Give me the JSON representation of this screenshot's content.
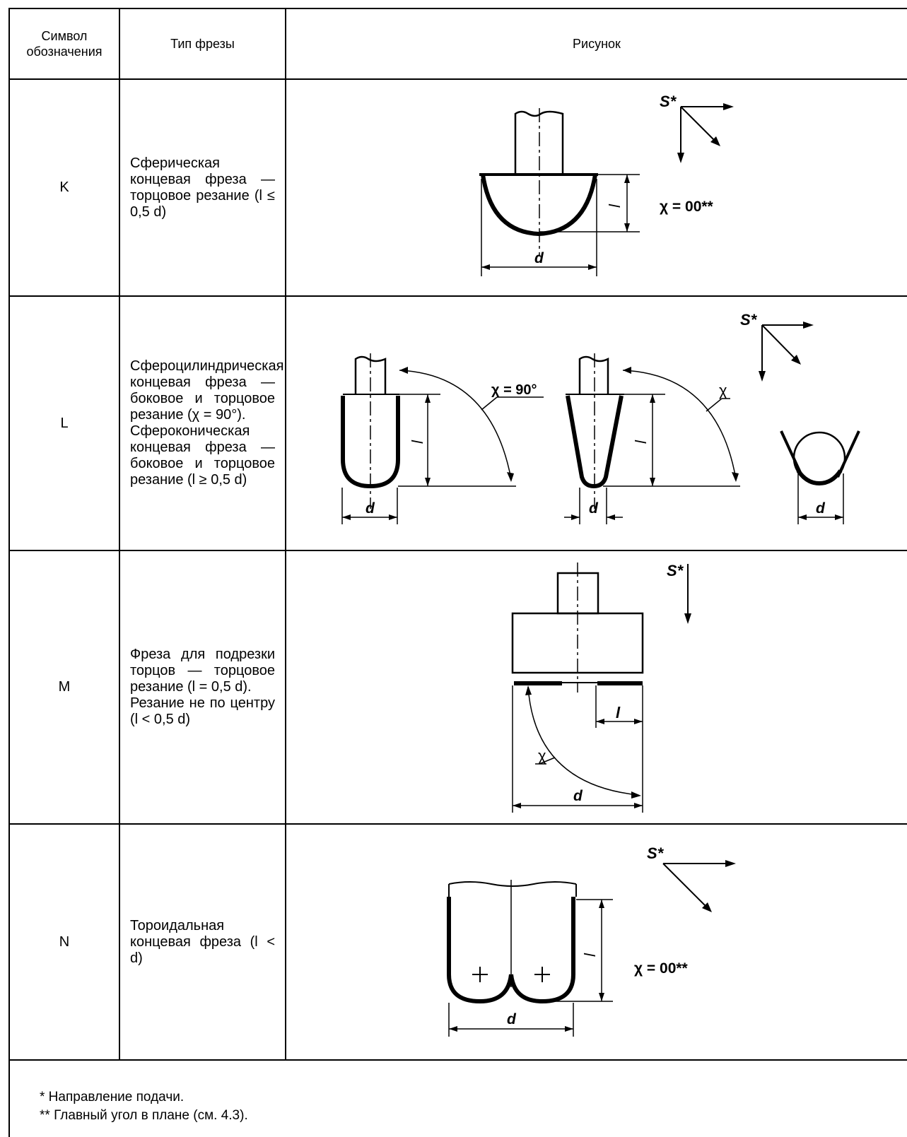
{
  "header": {
    "col_symbol": "Символ обозначения",
    "col_type": "Тип фрезы",
    "col_figure": "Рисунок"
  },
  "rows": [
    {
      "symbol": "K",
      "type": "   Сферическая концевая фреза — торцовое резание (l ≤ 0,5 d)",
      "labels": {
        "feed": "S*",
        "chi": "χ = 00**",
        "l": "l",
        "d": "d"
      }
    },
    {
      "symbol": "L",
      "type": "   Сфероцилиндрическая концевая фреза — боковое и торцовое резание (χ = 90°).\n   Сфероконическая концевая фреза — боковое и торцовое резание (l ≥ 0,5 d)",
      "labels": {
        "feed": "S*",
        "chi90": "χ = 90°",
        "chi": "χ",
        "l1": "l",
        "l2": "l",
        "d1": "d",
        "d2": "d",
        "d3": "d"
      }
    },
    {
      "symbol": "M",
      "type": "   Фреза для подрезки торцов — торцовое резание (l = 0,5 d).\n   Резание не по центру (l < 0,5 d)",
      "labels": {
        "feed": "S*",
        "chi": "χ",
        "l": "l",
        "d": "d"
      }
    },
    {
      "symbol": "N",
      "type": "   Тороидальная концевая фреза (l < d)",
      "labels": {
        "feed": "S*",
        "chi": "χ = 00**",
        "l": "l",
        "d": "d"
      }
    }
  ],
  "footnotes": [
    "*  Направление подачи.",
    "**  Главный угол в плане (см. 4.3)."
  ]
}
